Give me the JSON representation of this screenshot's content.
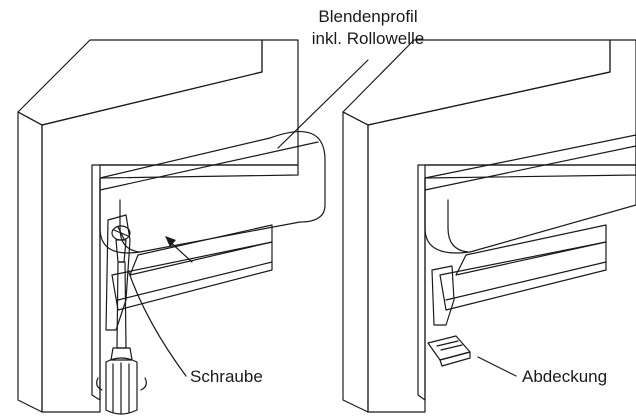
{
  "labels": {
    "profile_line1": "Blendenprofil",
    "profile_line2": "inkl. Rollowelle",
    "screw": "Schraube",
    "cover": "Abdeckung"
  },
  "colors": {
    "frame": "#ededed",
    "frame_front": "#ffffff",
    "profile": "#f7f7f7",
    "slot": "#c8c8c8",
    "stroke": "#1a1a1a"
  },
  "icons": [
    "screwdriver-icon",
    "screw-icon",
    "arrow-icon",
    "cover-cap-icon"
  ]
}
